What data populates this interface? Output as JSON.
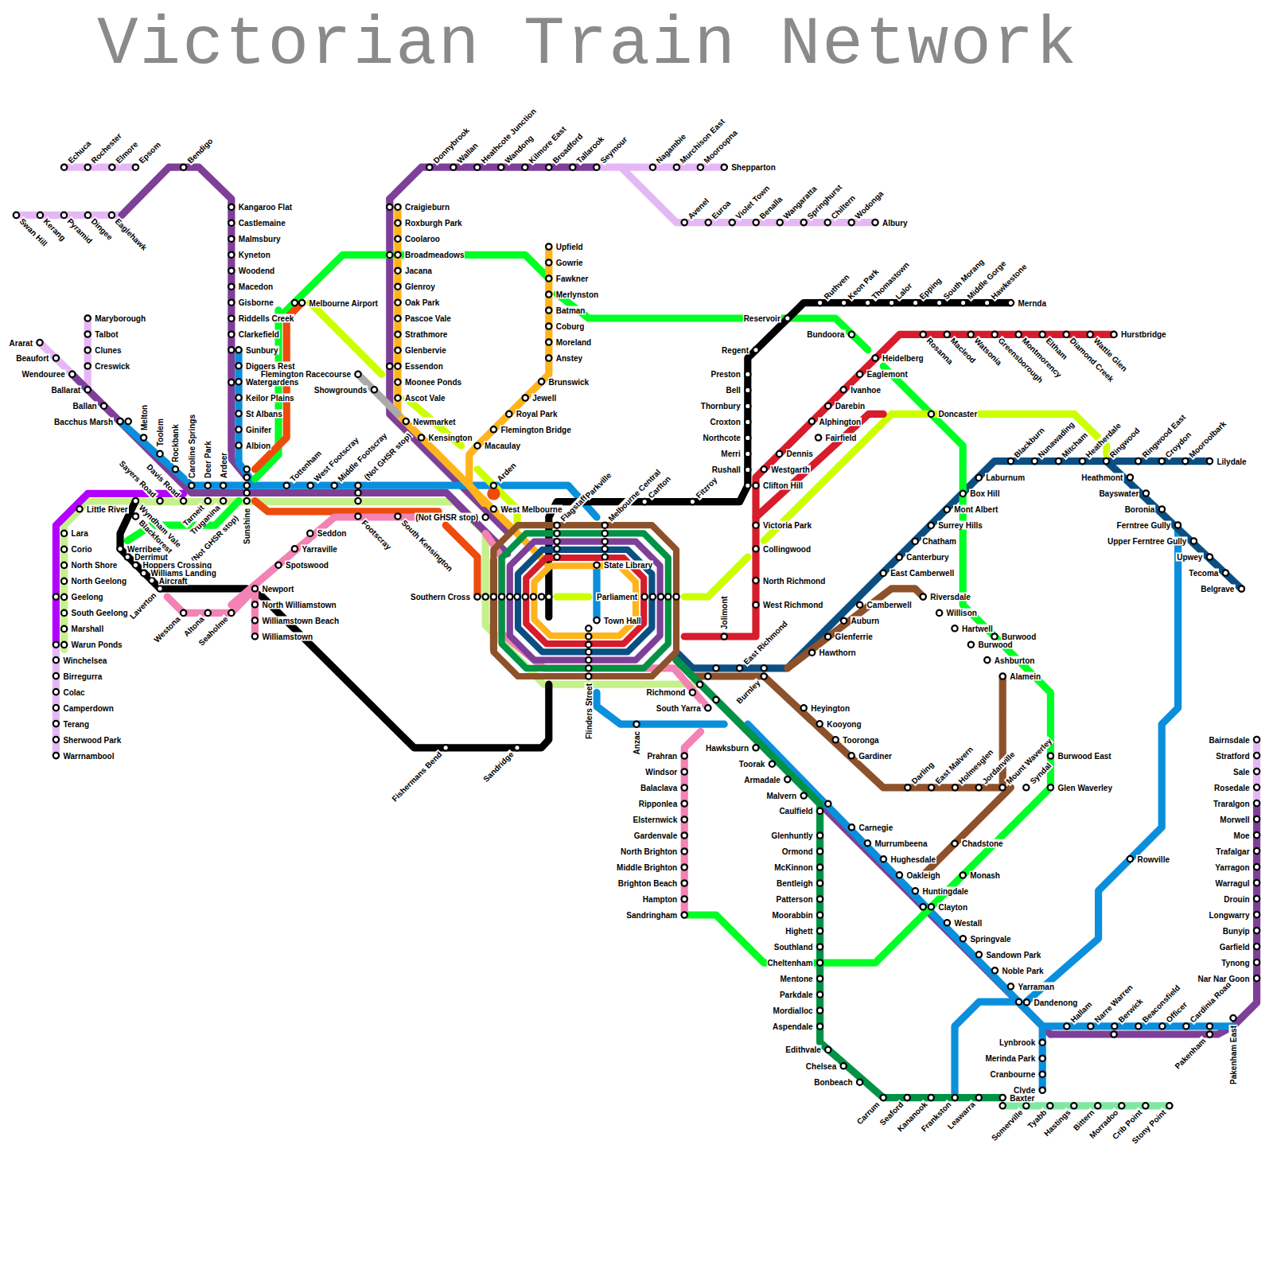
{
  "diagram": {
    "title": "Victorian Train Network",
    "labels": [
      "Echuca",
      "Rochester",
      "Elmore",
      "Epsom",
      "Bendigo",
      "Swan Hill",
      "Kerang",
      "Pyramid",
      "Dingee",
      "Eaglehawk",
      "Kangaroo Flat",
      "Castlemaine",
      "Malmsbury",
      "Kyneton",
      "Woodend",
      "Macedon",
      "Gisborne",
      "Riddells Creek",
      "Clarkefield",
      "Sunbury",
      "Diggers Rest",
      "Watergardens",
      "Keilor Plains",
      "St Albans",
      "Ginifer",
      "Albion",
      "Maryborough",
      "Talbot",
      "Clunes",
      "Creswick",
      "Ararat",
      "Beaufort",
      "Wendouree",
      "Ballarat",
      "Ballan",
      "Bacchus Marsh",
      "Melton",
      "Toolem",
      "Rockbank",
      "Caroline Springs",
      "Deer Park",
      "Ardeer",
      "Sayers Road",
      "Davis Road",
      "Tarneit",
      "Truganina",
      "(Not GHSR stop)",
      "Sunshine",
      "Tottenham",
      "West Footscray",
      "Middle Footscray",
      "(Not GHSR stop)",
      "Footscray",
      "South Kensington",
      "Melbourne Airport",
      "Flemington Racecourse",
      "Showgrounds",
      "Little River",
      "Wyndham Vale",
      "Blackforest",
      "Lara",
      "Corio",
      "North Shore",
      "North Geelong",
      "Geelong",
      "South Geelong",
      "Marshall",
      "Warun Ponds",
      "Winchelsea",
      "Birregurra",
      "Colac",
      "Camperdown",
      "Terang",
      "Sherwood Park",
      "Warrnambool",
      "Werribee",
      "Derrimut",
      "Hoppers Crossing",
      "Williams Landing",
      "Aircraft",
      "Laverton",
      "Westona",
      "Altona",
      "Seaholme",
      "Newport",
      "North Williamstown",
      "Williamstown Beach",
      "Williamstown",
      "Spotswood",
      "Yarraville",
      "Seddon",
      "Fishermans Bend",
      "Sandridge",
      "Newmarket",
      "Kensington",
      "Macaulay",
      "Flemington Bridge",
      "Royal Park",
      "Jewell",
      "Brunswick",
      "Anstey",
      "Moreland",
      "Coburg",
      "Batman",
      "Merlynston",
      "Fawkner",
      "Gowrie",
      "Upfield",
      "Craigieburn",
      "Roxburgh Park",
      "Coolaroo",
      "Broadmeadows",
      "Jacana",
      "Glenroy",
      "Oak Park",
      "Pascoe Vale",
      "Strathmore",
      "Glenbervie",
      "Essendon",
      "Moonee Ponds",
      "Ascot Vale",
      "Donnybrook",
      "Wallan",
      "Heathcote Junction",
      "Wandong",
      "Kilmore East",
      "Broadford",
      "Tallarook",
      "Seymour",
      "Nagambie",
      "Murchison East",
      "Mooroopna",
      "Shepparton",
      "Avenel",
      "Euroa",
      "Violet Town",
      "Benalla",
      "Wangaratta",
      "Springhurst",
      "Chiltern",
      "Wodonga",
      "Albury",
      "Arden",
      "West Melbourne",
      "(Not GHSR stop)",
      "Southern Cross",
      "Flagstaff",
      "Parkville",
      "Melbourne Central",
      "Carlton",
      "State Library",
      "Parliament",
      "Town Hall",
      "Flinders Street",
      "Fitzroy",
      "Jolimont",
      "Regent",
      "Preston",
      "Bell",
      "Thornbury",
      "Croxton",
      "Northcote",
      "Merri",
      "Rushall",
      "Clifton Hill",
      "Westgarth",
      "Dennis",
      "Fairfield",
      "Alphington",
      "Darebin",
      "Ivanhoe",
      "Eaglemont",
      "Heidelberg",
      "Rosanna",
      "Macleod",
      "Watsonia",
      "Greensborough",
      "Montmorency",
      "Eltham",
      "Diamond Creek",
      "Wattle Glen",
      "Hurstbridge",
      "Reservoir",
      "Ruthven",
      "Keon Park",
      "Thomastown",
      "Lalor",
      "Epping",
      "South Morang",
      "Middle Gorge",
      "Hawkestone",
      "Mernda",
      "Bundoora",
      "Victoria Park",
      "Collingwood",
      "North Richmond",
      "West Richmond",
      "Doncaster",
      "Richmond",
      "South Yarra",
      "East Richmond",
      "Burnley",
      "Hawksburn",
      "Toorak",
      "Armadale",
      "Malvern",
      "Caulfield",
      "Carnegie",
      "Murrumbeena",
      "Hughesdale",
      "Oakleigh",
      "Huntingdale",
      "Clayton",
      "Westall",
      "Springvale",
      "Sandown Park",
      "Noble Park",
      "Yarraman",
      "Dandenong",
      "Hallam",
      "Narre Warren",
      "Berwick",
      "Beaconsfield",
      "Officer",
      "Cardinia Road",
      "Pakenham",
      "Pakenham East",
      "Lynbrook",
      "Merinda Park",
      "Cranbourne",
      "Clyde",
      "Glenhuntly",
      "Ormond",
      "McKinnon",
      "Bentleigh",
      "Patterson",
      "Moorabbin",
      "Highett",
      "Southland",
      "Cheltenham",
      "Mentone",
      "Parkdale",
      "Mordialloc",
      "Aspendale",
      "Edithvale",
      "Chelsea",
      "Bonbeach",
      "Carrum",
      "Seaford",
      "Kananook",
      "Frankston",
      "Leawarra",
      "Baxter",
      "Somerville",
      "Tyabb",
      "Hastings",
      "Bittern",
      "Morradoo",
      "Crib Point",
      "Stony Point",
      "Prahran",
      "Windsor",
      "Balaclava",
      "Ripponlea",
      "Elsternwick",
      "Gardenvale",
      "North Brighton",
      "Middle Brighton",
      "Brighton Beach",
      "Hampton",
      "Sandringham",
      "Anzac",
      "Camberwell",
      "Auburn",
      "Glenferrie",
      "Hawthorn",
      "East Camberwell",
      "Canterbury",
      "Chatham",
      "Surrey Hills",
      "Mont Albert",
      "Box Hill",
      "Laburnum",
      "Blackburn",
      "Nunawading",
      "Mitcham",
      "Heatherdale",
      "Ringwood",
      "Ringwood East",
      "Croydon",
      "Mooroolbark",
      "Lilydale",
      "Heathmont",
      "Bayswater",
      "Boronia",
      "Ferntree Gully",
      "Upper Ferntree Gully",
      "Upwey",
      "Tecoma",
      "Belgrave",
      "Riversdale",
      "Willison",
      "Hartwell",
      "Burwood",
      "Burwood",
      "Ashburton",
      "Alamein",
      "Heyington",
      "Kooyong",
      "Tooronga",
      "Gardiner",
      "Darling",
      "East Malvern",
      "Holmesglen",
      "Jordanville",
      "Mount Waverley",
      "Syndal",
      "Glen Waverley",
      "Burwood East",
      "Chadstone",
      "Monash",
      "Rowville",
      "Bairnsdale",
      "Stratford",
      "Sale",
      "Rosedale",
      "Traralgon",
      "Morwell",
      "Moe",
      "Trafalgar",
      "Yarragon",
      "Warragul",
      "Drouin",
      "Longwarry",
      "Bunyip",
      "Garfield",
      "Tynong",
      "Nar Nar Goon"
    ]
  }
}
